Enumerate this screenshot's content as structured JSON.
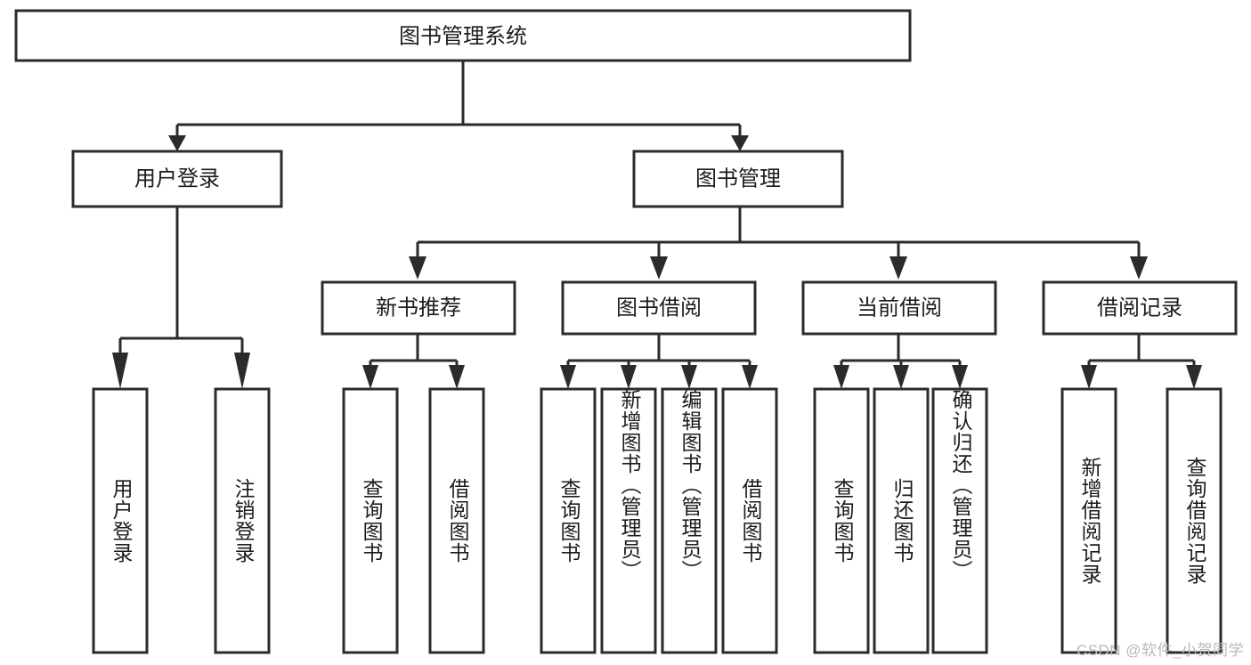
{
  "diagram": {
    "title": "图书管理系统",
    "type": "hierarchy-tree",
    "background_color": "#ffffff",
    "line_color": "#2b2b2b",
    "text_color": "#1c1c1c",
    "root": {
      "label": "图书管理系统"
    },
    "level2": [
      {
        "label": "用户登录"
      },
      {
        "label": "图书管理"
      }
    ],
    "level3": [
      {
        "label": "新书推荐"
      },
      {
        "label": "图书借阅"
      },
      {
        "label": "当前借阅"
      },
      {
        "label": "借阅记录"
      }
    ],
    "leaves": {
      "user_login": [
        {
          "label": "用户登录"
        },
        {
          "label": "注销登录"
        }
      ],
      "new_book_recommend": [
        {
          "label": "查询图书"
        },
        {
          "label": "借阅图书"
        }
      ],
      "book_borrow": [
        {
          "label": "查询图书"
        },
        {
          "label": "新增图书（管理员）"
        },
        {
          "label": "编辑图书（管理员）"
        },
        {
          "label": "借阅图书"
        }
      ],
      "current_borrow": [
        {
          "label": "查询图书"
        },
        {
          "label": "归还图书"
        },
        {
          "label": "确认归还（管理员）"
        }
      ],
      "borrow_record": [
        {
          "label": "新增借阅记录"
        },
        {
          "label": "查询借阅记录"
        }
      ]
    }
  },
  "watermark": {
    "text": "CSDN @软件_小贺同学"
  }
}
